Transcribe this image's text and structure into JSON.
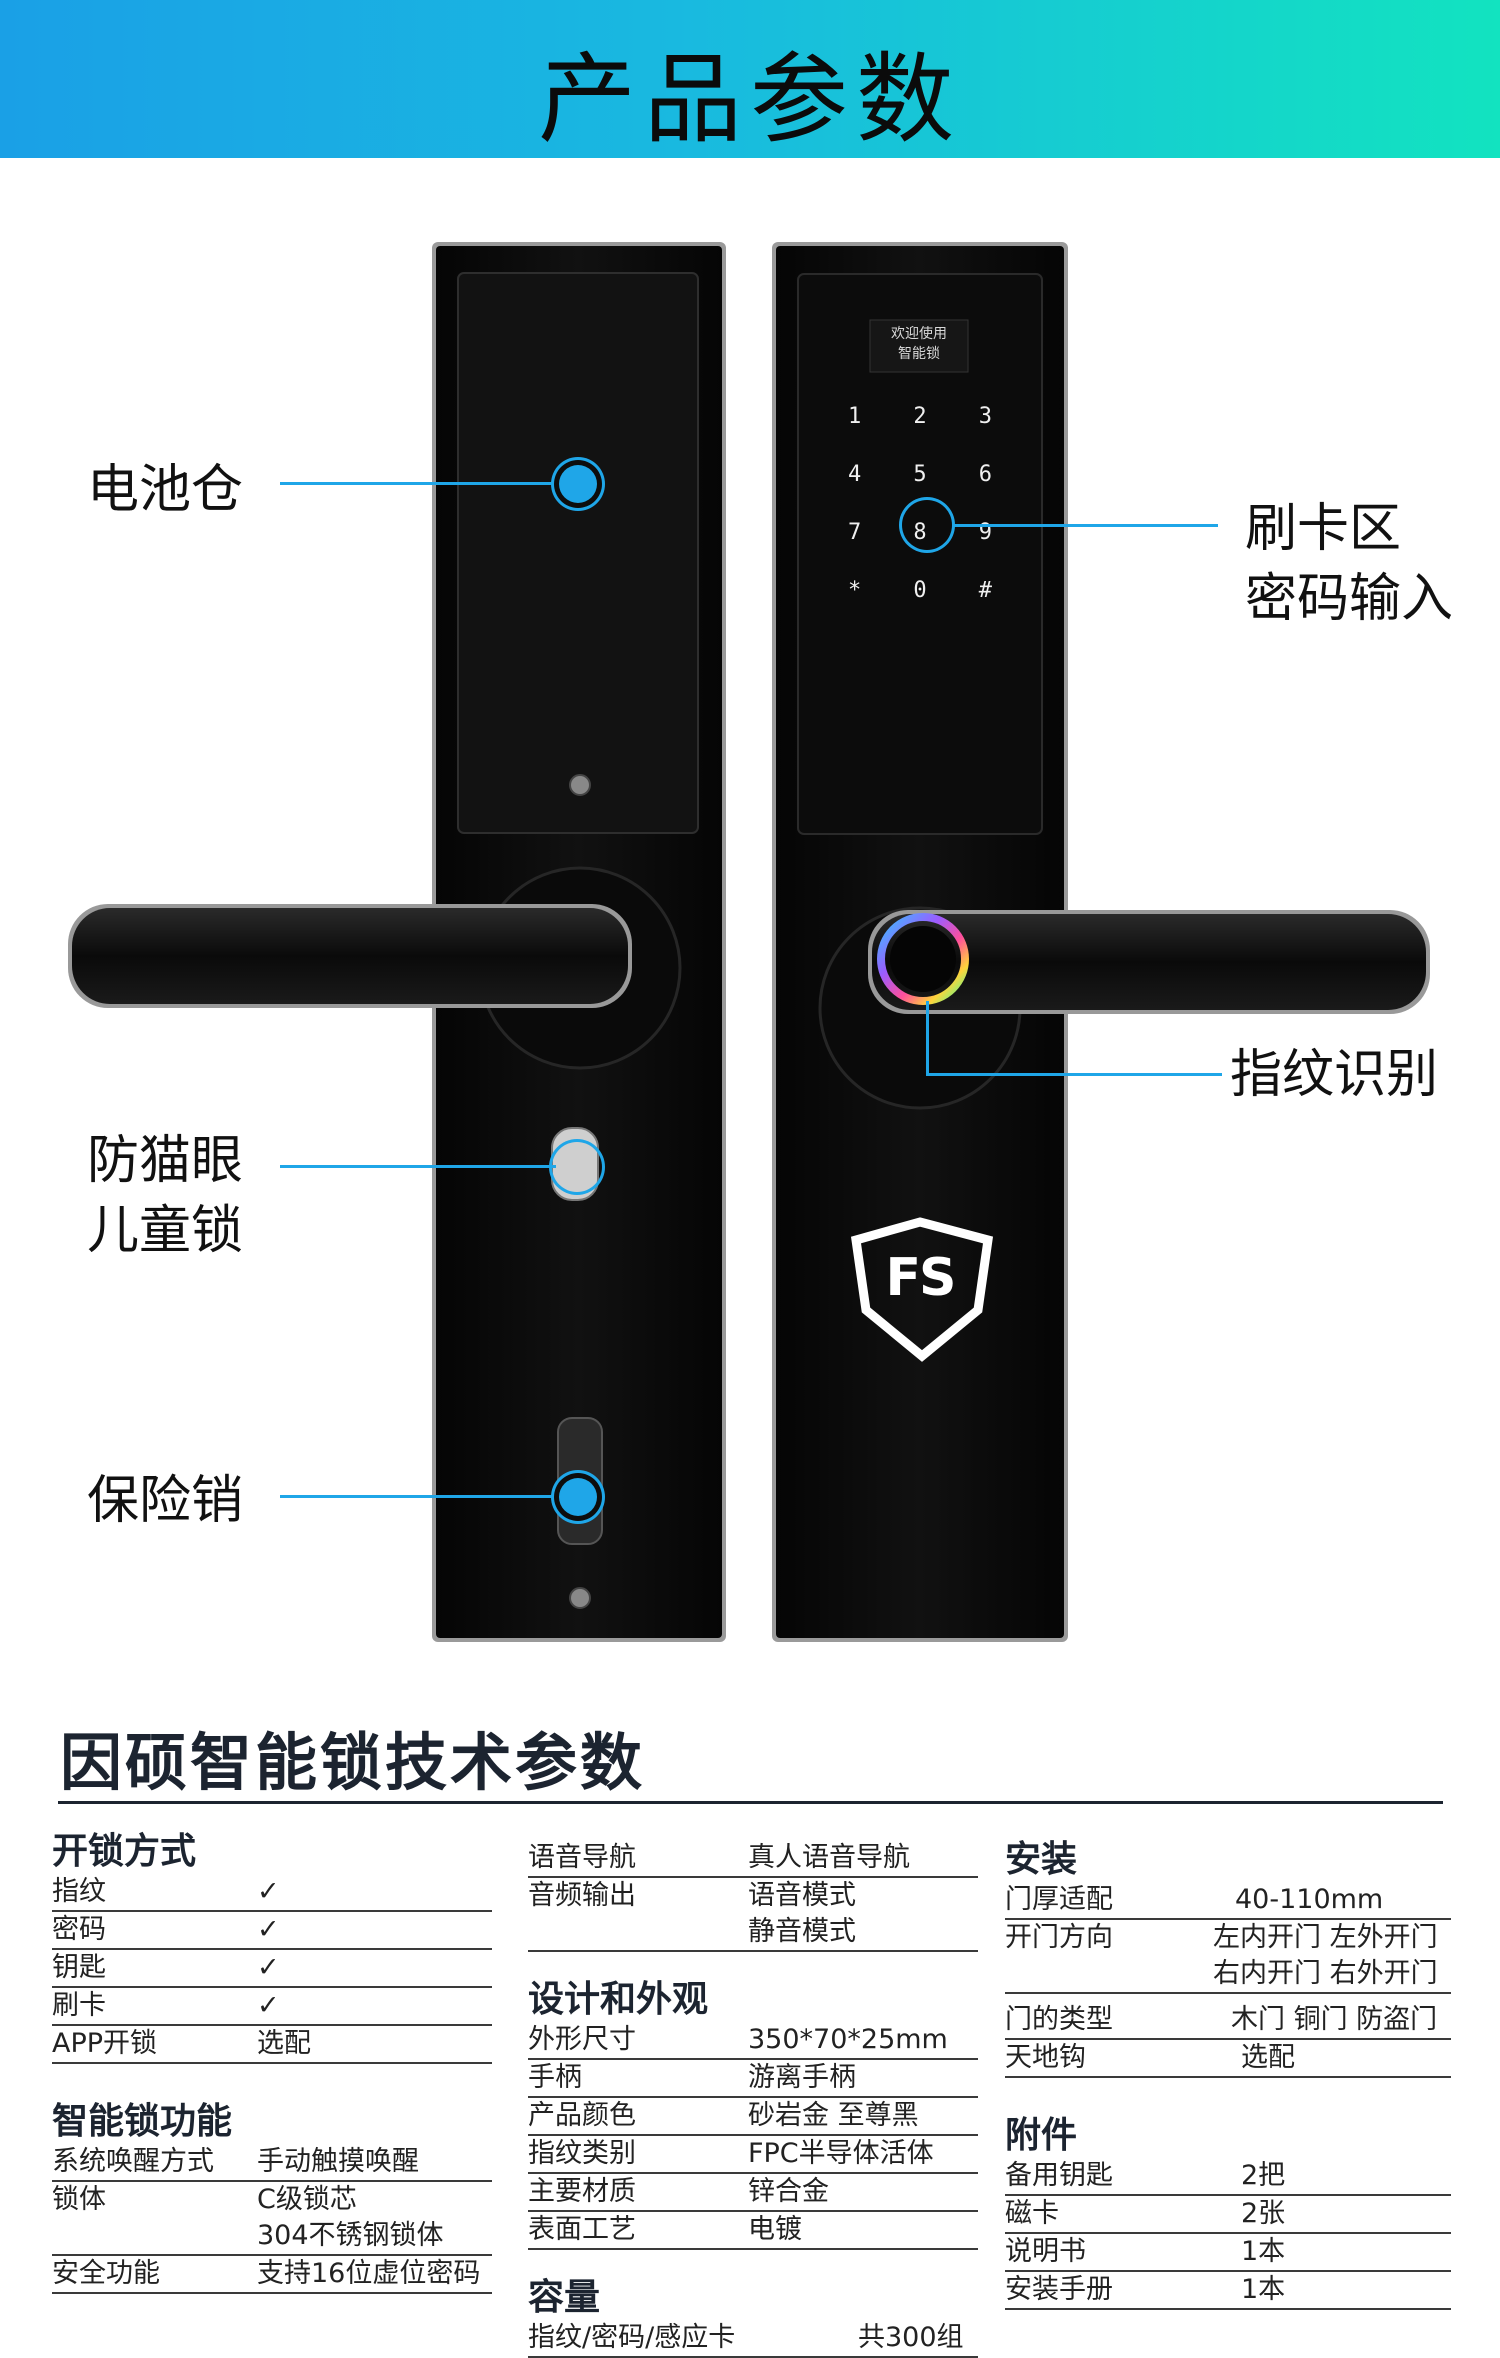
{
  "banner": {
    "title": "产品参数"
  },
  "callouts": {
    "battery": "电池仓",
    "anti_peephole_line1": "防猫眼",
    "anti_peephole_line2": "儿童锁",
    "safety_latch": "保险销",
    "card_area_line1": "刷卡区",
    "card_area_line2": "密码输入",
    "fingerprint": "指纹识别"
  },
  "lock_screen": {
    "line1": "欢迎使用",
    "line2": "智能锁",
    "keys": [
      "1",
      "2",
      "3",
      "4",
      "5",
      "6",
      "7",
      "8",
      "9",
      "*",
      "0",
      "#"
    ]
  },
  "logo_text": "FS",
  "colors": {
    "accent": "#1fa6e8",
    "banner_start": "#1aa0e6",
    "banner_end": "#12e3c0",
    "lock_body": "#0d0d0d"
  },
  "tech": {
    "title": "因硕智能锁技术参数",
    "unlock": {
      "heading": "开锁方式",
      "rows": [
        {
          "k": "指纹",
          "v": "✓"
        },
        {
          "k": "密码",
          "v": "✓"
        },
        {
          "k": "钥匙",
          "v": "✓"
        },
        {
          "k": "刷卡",
          "v": "✓"
        },
        {
          "k": "APP开锁",
          "v": "选配"
        }
      ]
    },
    "functions": {
      "heading": "智能锁功能",
      "rows": [
        {
          "k": "系统唤醒方式",
          "v": "手动触摸唤醒"
        },
        {
          "k": "锁体",
          "v": "C级锁芯",
          "v2": "304不锈钢锁体"
        },
        {
          "k": "安全功能",
          "v": "支持16位虚位密码"
        }
      ]
    },
    "audio": {
      "rows": [
        {
          "k": "语音导航",
          "v": "真人语音导航"
        },
        {
          "k": "音频输出",
          "v": "语音模式",
          "v2": "静音模式"
        }
      ]
    },
    "design": {
      "heading": "设计和外观",
      "rows": [
        {
          "k": "外形尺寸",
          "v": "350*70*25mm"
        },
        {
          "k": "手柄",
          "v": "游离手柄"
        },
        {
          "k": "产品颜色",
          "v": "砂岩金 至尊黑"
        },
        {
          "k": "指纹类别",
          "v": "FPC半导体活体"
        },
        {
          "k": "主要材质",
          "v": "锌合金"
        },
        {
          "k": "表面工艺",
          "v": "电镀"
        }
      ]
    },
    "capacity": {
      "heading": "容量",
      "rows": [
        {
          "k": "指纹/密码/感应卡",
          "v": "共300组"
        }
      ]
    },
    "install": {
      "heading": "安装",
      "rows": [
        {
          "k": "门厚适配",
          "v": "40-110mm"
        },
        {
          "k": "开门方向",
          "v": "左内开门 左外开门",
          "v2": "右内开门 右外开门"
        },
        {
          "k": "门的类型",
          "v": "木门 铜门 防盗门"
        },
        {
          "k": "天地钩",
          "v": "选配"
        }
      ]
    },
    "accessories": {
      "heading": "附件",
      "rows": [
        {
          "k": "备用钥匙",
          "v": "2把"
        },
        {
          "k": "磁卡",
          "v": "2张"
        },
        {
          "k": "说明书",
          "v": "1本"
        },
        {
          "k": "安装手册",
          "v": "1本"
        }
      ]
    }
  }
}
